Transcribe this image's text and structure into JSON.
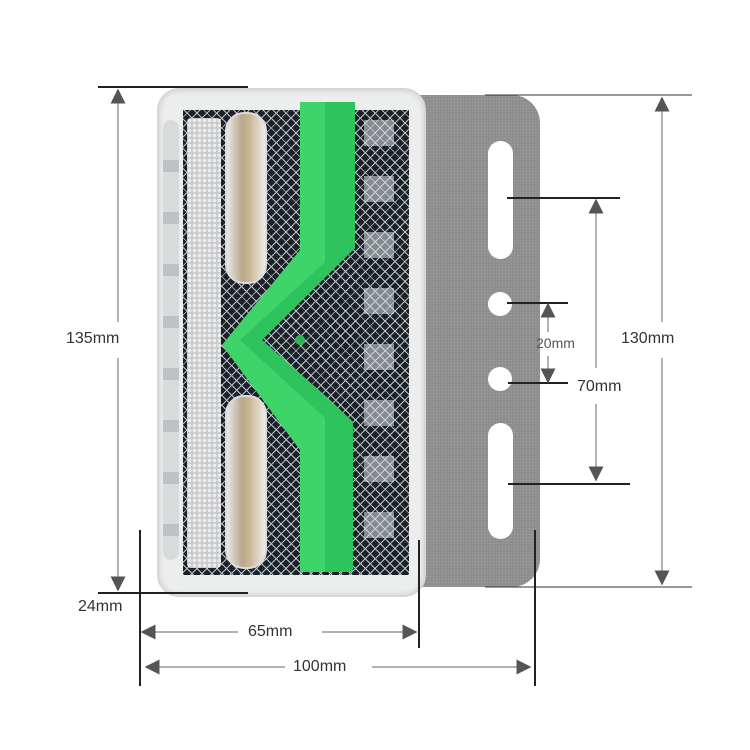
{
  "diagram": {
    "subject": "LED trailer tail light with mounting bracket",
    "colors": {
      "background": "#ffffff",
      "housing": "#e9eaeb",
      "grid_dark": "#1d2127",
      "grid_light": "#b7c6cc",
      "reflector": "#c9cbcd",
      "arrow_bar": "#3ed46a",
      "arrow_bar_dark": "#2bb553",
      "bracket": "#8a8a8a",
      "dimension_line": "#222222",
      "dimension_arrow": "#555555"
    },
    "dimensions": {
      "lamp_height": {
        "label": "135mm"
      },
      "lamp_depth_offset": {
        "label": "24mm"
      },
      "lamp_width": {
        "label": "65mm"
      },
      "overall_width": {
        "label": "100mm"
      },
      "bracket_height": {
        "label": "130mm"
      },
      "slot_spacing": {
        "label": "70mm"
      },
      "hole_spacing": {
        "label": "20mm"
      }
    },
    "bracket": {
      "slots": 2,
      "round_holes": 2
    }
  }
}
